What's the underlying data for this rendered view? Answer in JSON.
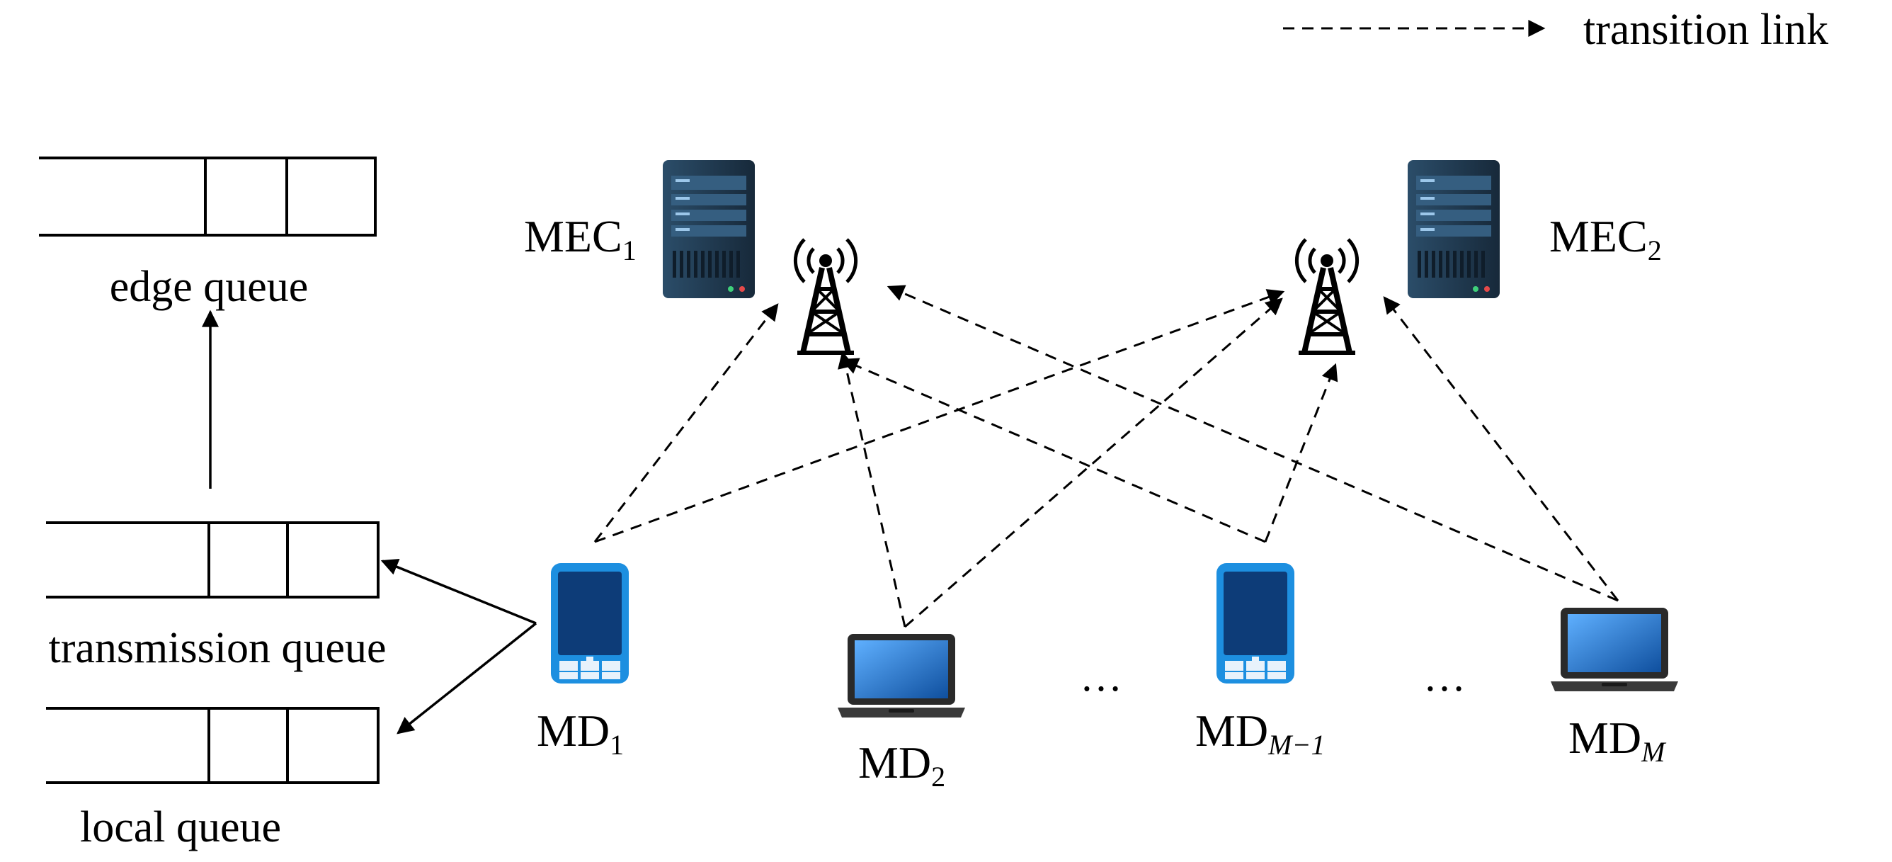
{
  "legend": {
    "label": "transition link"
  },
  "queues": {
    "edge": "edge queue",
    "transmission": "transmission queue",
    "local": "local queue"
  },
  "servers": [
    {
      "main": "MEC",
      "sub": "1"
    },
    {
      "main": "MEC",
      "sub": "2"
    }
  ],
  "devices": [
    {
      "main": "MD",
      "sub": "1",
      "kind": "phone-icon"
    },
    {
      "main": "MD",
      "sub": "2",
      "kind": "laptop-icon"
    },
    {
      "main": "MD",
      "sub": "M−1",
      "kind": "phone-icon"
    },
    {
      "main": "MD",
      "sub": "M",
      "kind": "laptop-icon"
    }
  ],
  "ellipsis": [
    "…",
    "…"
  ],
  "colors": {
    "phone_body": "#1d8fe0",
    "phone_screen": "#0d3c78",
    "server_body": "#1f3b52",
    "laptop_frame": "#2a2a2a",
    "laptop_screen": "#1f6fc9"
  }
}
